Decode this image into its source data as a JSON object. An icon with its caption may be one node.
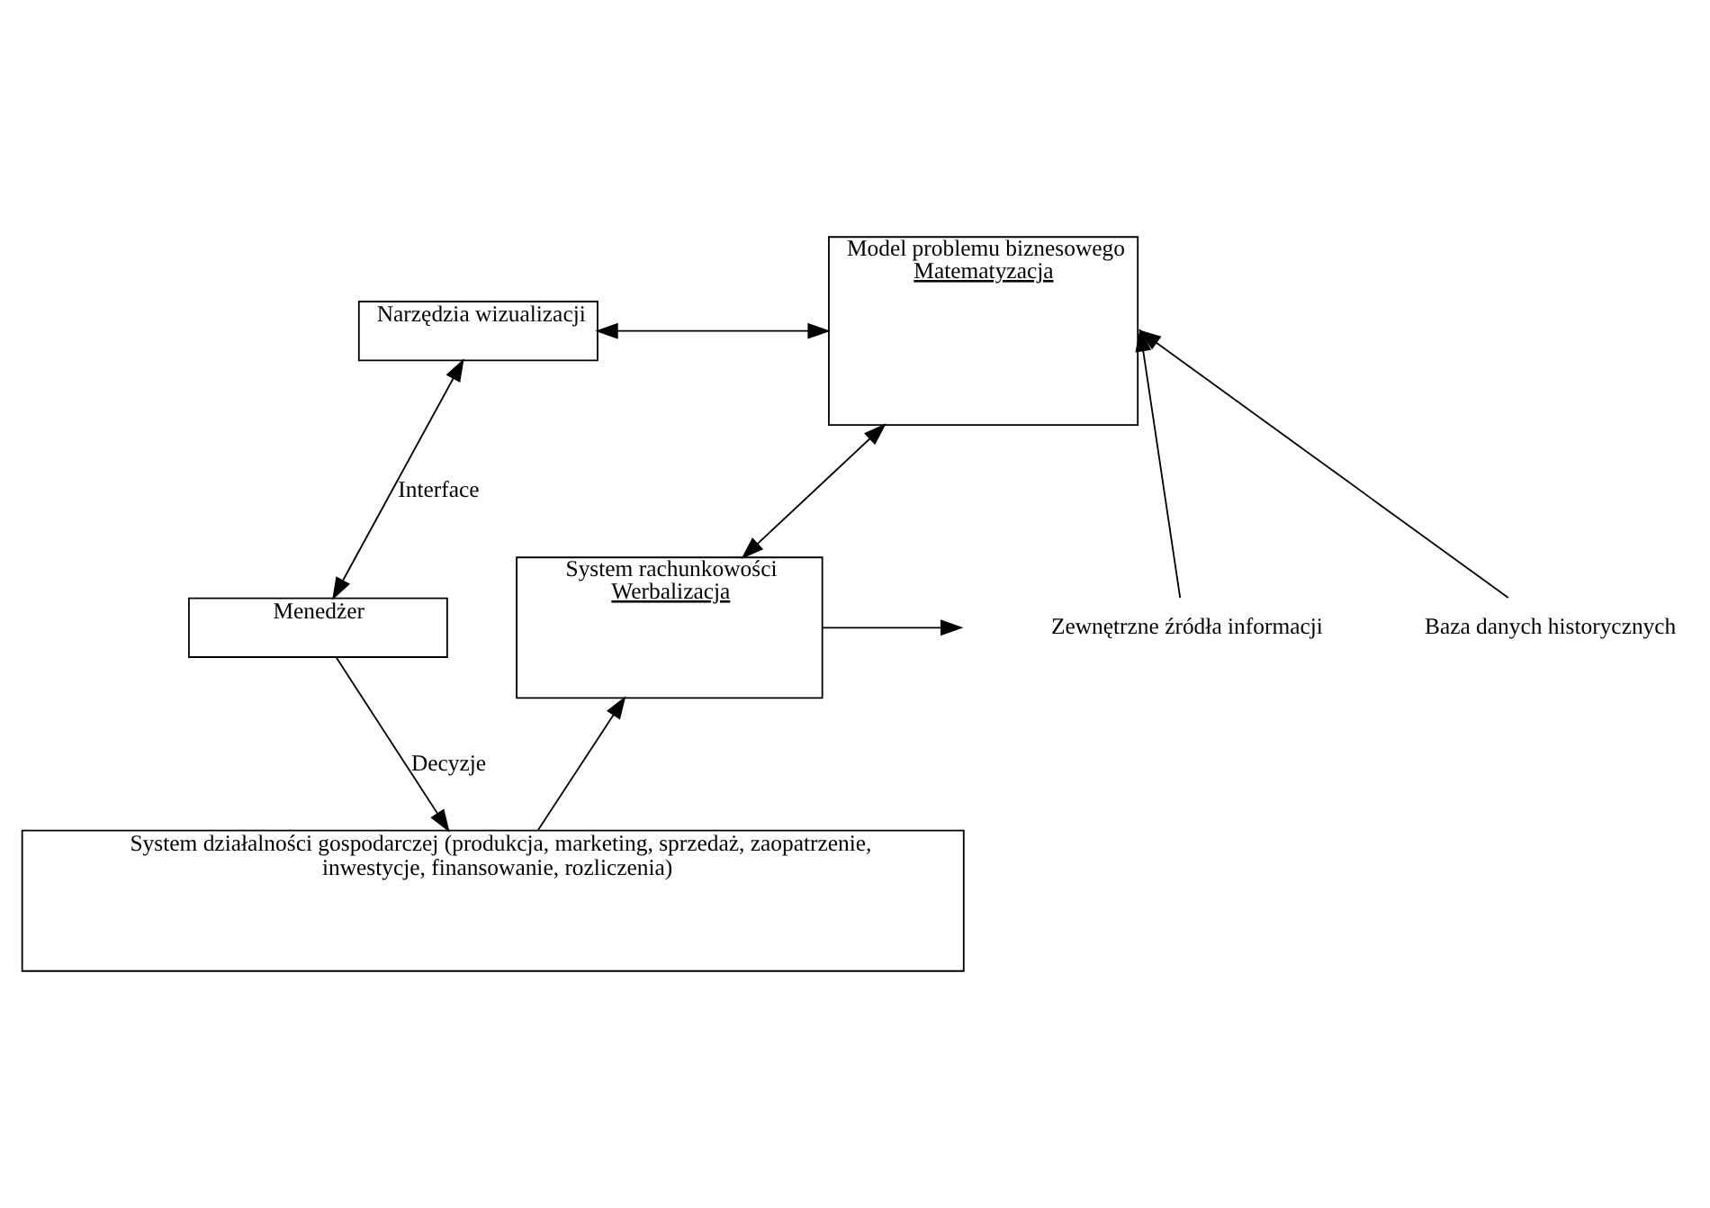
{
  "diagram": {
    "nodes": [
      {
        "text": [
          "Narzędzia wizualizacji"
        ]
      },
      {
        "text": [
          "Model problemu biznesowego",
          "Matematyzacja"
        ]
      },
      {
        "text": [
          "Zewnętrzne źródła informacji"
        ]
      },
      {
        "text": [
          "Baza danych historycznych"
        ]
      },
      {
        "text": [
          "Menedżer"
        ]
      },
      {
        "text": [
          "System rachunkowości",
          "Werbalizacja"
        ]
      },
      {
        "text": [
          "System działalności gospodarczej (produkcja, marketing, sprzedaż, zaopatrzenie, inwestycje, finansowanie, rozliczenia)"
        ]
      }
    ],
    "edges": [
      {
        "from": 0,
        "to": 1,
        "arrow": "both"
      },
      {
        "from": 2,
        "to": 1,
        "arrow": "to"
      },
      {
        "from": 3,
        "to": 1,
        "arrow": "to"
      },
      {
        "from": 0,
        "to": 4,
        "arrow": "both",
        "label": "Interface"
      },
      {
        "from": 1,
        "to": 5,
        "arrow": "both"
      },
      {
        "from": 4,
        "to": 6,
        "arrow": "to",
        "label": "Decyzje"
      },
      {
        "from": 6,
        "to": 5,
        "arrow": "to"
      },
      {
        "from": 5,
        "to": null,
        "arrow": "to"
      }
    ]
  }
}
